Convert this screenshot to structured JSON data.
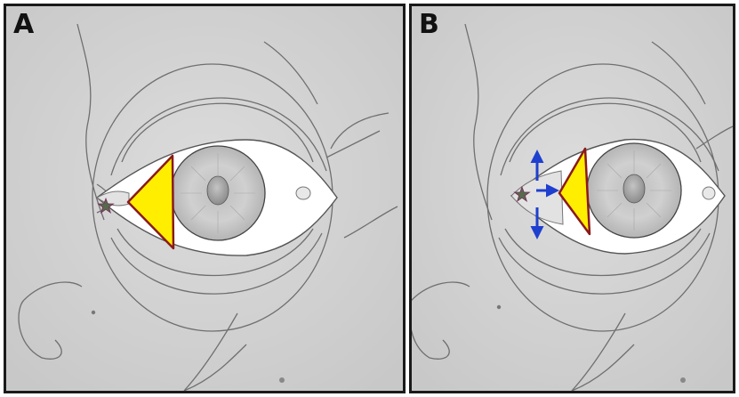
{
  "figure": {
    "panels": [
      {
        "label": "A"
      },
      {
        "label": "B"
      }
    ]
  },
  "colors": {
    "background": "#d3d3d3",
    "sclera": "#ffffff",
    "iris": "#c9c9c9",
    "pupil": "#9a9a9a",
    "sketch_lines": "#6f6f6f",
    "triangle_fill": "#ffee00",
    "triangle_edge": "#8a1a1a",
    "star": "#556b4a",
    "arrows": "#1f3fcf"
  },
  "icons": [
    "star-icon",
    "triangle-marker",
    "arrow-up-icon",
    "arrow-down-icon",
    "arrow-right-icon"
  ]
}
